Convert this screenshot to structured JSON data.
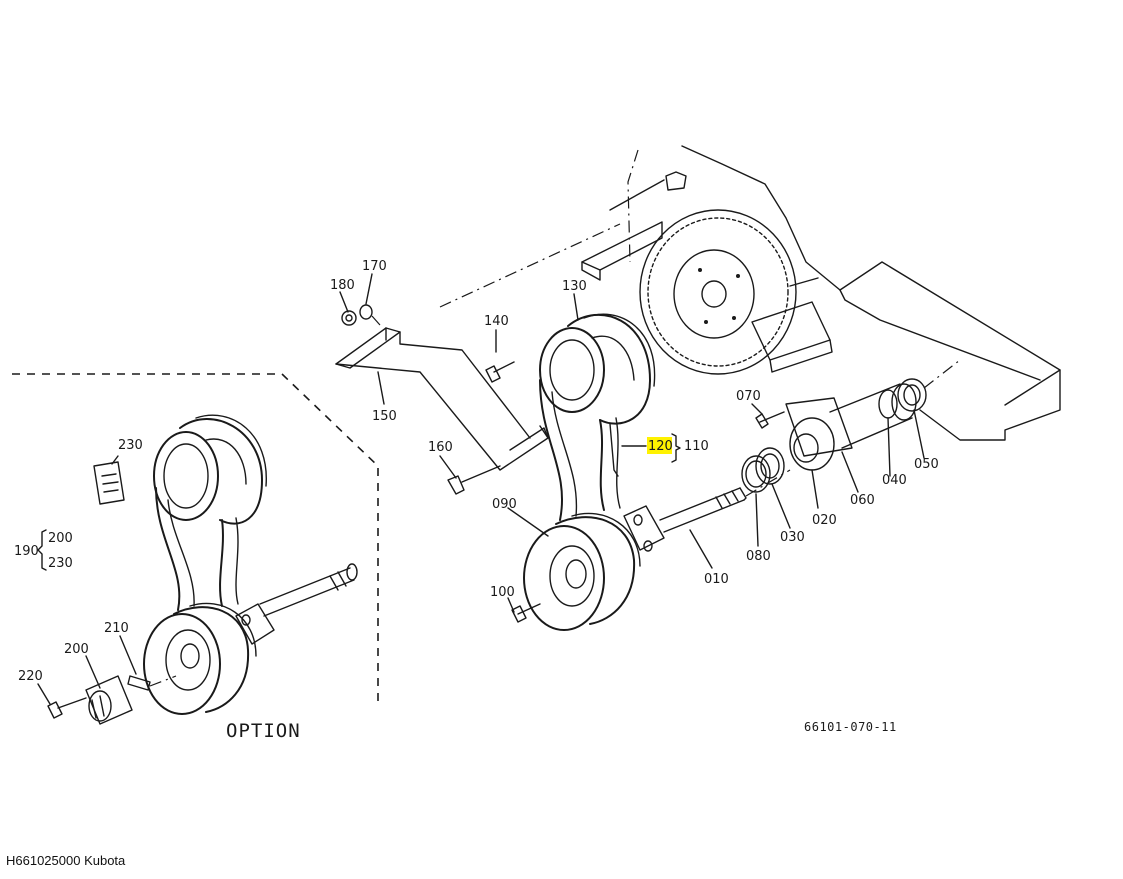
{
  "diagram": {
    "part_labels": {
      "p180": "180",
      "p170": "170",
      "p130": "130",
      "p140": "140",
      "p150": "150",
      "p160": "160",
      "p120": "120",
      "p110": "110",
      "p070": "070",
      "p090": "090",
      "p060": "060",
      "p040": "040",
      "p050": "050",
      "p020": "020",
      "p030": "030",
      "p080": "080",
      "p010": "010",
      "p100": "100",
      "p230": "230",
      "p190": "190",
      "p200": "200",
      "p230b": "230",
      "p210": "210",
      "p200b": "200",
      "p220": "220"
    },
    "highlighted_label": "120",
    "highlight_color": "#fff200",
    "option_text": "OPTION",
    "drawing_code": "66101-070-11"
  },
  "footer": {
    "caption": "H661025000 Kubota"
  }
}
